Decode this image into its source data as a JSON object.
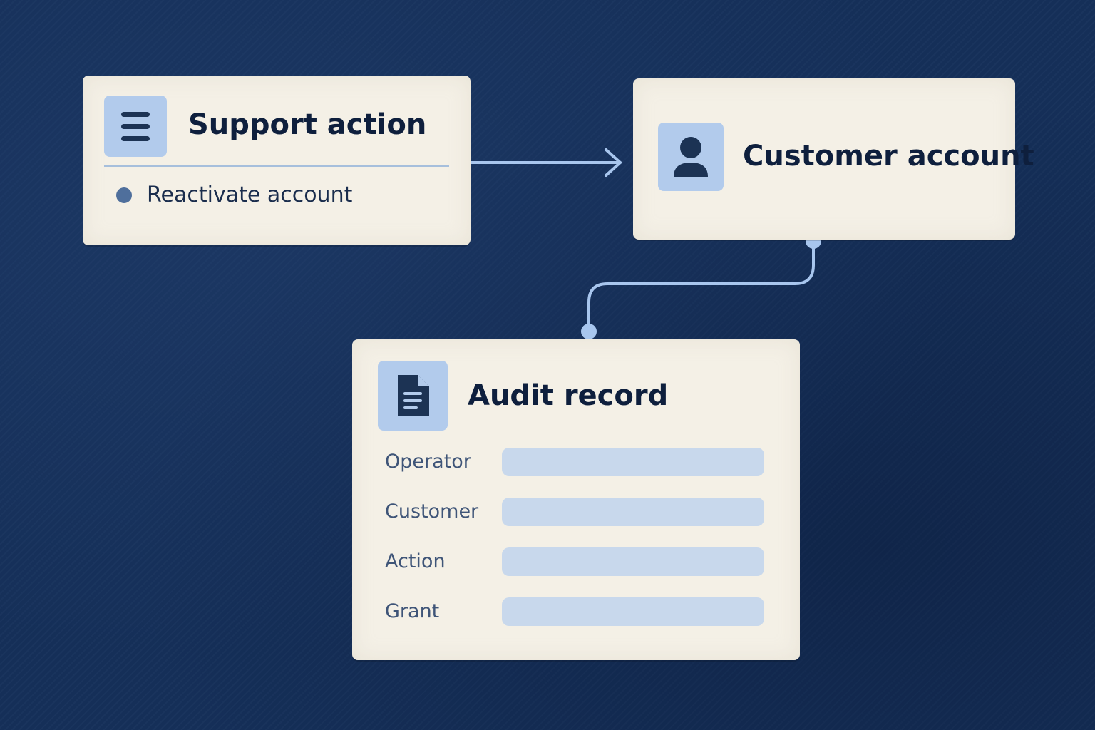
{
  "colors": {
    "background": "#15305a",
    "card": "#f4f0e6",
    "icon_tile": "#b2cbec",
    "icon_glyph": "#1c3354",
    "connector": "#a8c6ee",
    "title_text": "#0e1f3d",
    "field_label_text": "#3f5578",
    "field_bar": "#c8d8ec",
    "bullet": "#4f6f9c"
  },
  "nodes": {
    "support_action": {
      "icon": "menu-icon",
      "title": "Support action",
      "items": [
        "Reactivate account"
      ]
    },
    "customer_account": {
      "icon": "user-icon",
      "title": "Customer account"
    },
    "audit_record": {
      "icon": "document-icon",
      "title": "Audit record",
      "fields": [
        {
          "label": "Operator",
          "value": ""
        },
        {
          "label": "Customer",
          "value": ""
        },
        {
          "label": "Action",
          "value": ""
        },
        {
          "label": "Grant",
          "value": ""
        }
      ]
    }
  },
  "edges": [
    {
      "from": "support_action",
      "to": "customer_account",
      "style": "arrow"
    },
    {
      "from": "customer_account",
      "to": "audit_record",
      "style": "dot-ended curve"
    }
  ]
}
